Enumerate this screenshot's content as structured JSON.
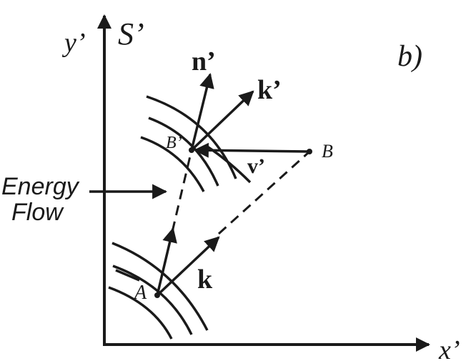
{
  "figure": {
    "panel_label": "b)",
    "frame_label": "S’",
    "axes": {
      "x_label": "x’",
      "y_label": "y’"
    },
    "points": {
      "A": "A",
      "B": "B",
      "B_prime": "B’"
    },
    "vectors": {
      "n_prime": "n’",
      "k_prime": "k’",
      "v_prime": "v’",
      "k": "k"
    },
    "energy_flow": {
      "line1": "Energy",
      "line2": "Flow"
    },
    "colors": {
      "ink": "#1a1a1a",
      "background": "#ffffff"
    }
  }
}
